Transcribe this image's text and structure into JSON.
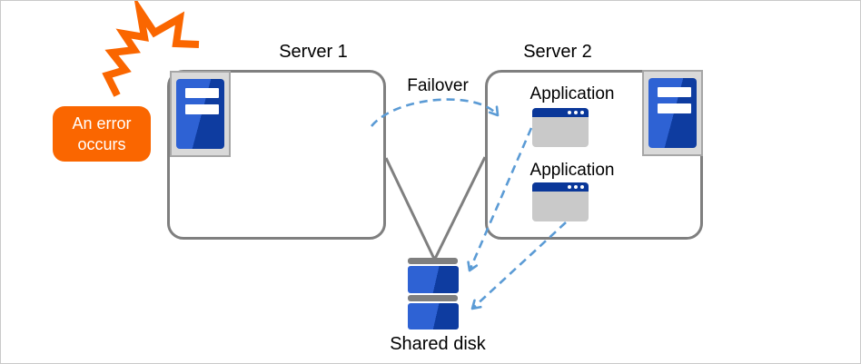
{
  "colors": {
    "accent_orange": "#FA6600",
    "arrow_blue": "#5B9BD5",
    "outline_gray": "#7F7F7F",
    "server_blue_light": "#2E62D4",
    "server_blue_dark": "#0E3CA0",
    "app_titlebar_blue": "#0A3799",
    "icon_frame_gray": "#D9D9D9"
  },
  "error_callout": {
    "text": "An error occurs"
  },
  "server1": {
    "label": "Server 1"
  },
  "server2": {
    "label": "Server 2"
  },
  "failover": {
    "label": "Failover"
  },
  "applications": [
    {
      "label": "Application"
    },
    {
      "label": "Application"
    }
  ],
  "shared_disk": {
    "label": "Shared disk"
  }
}
